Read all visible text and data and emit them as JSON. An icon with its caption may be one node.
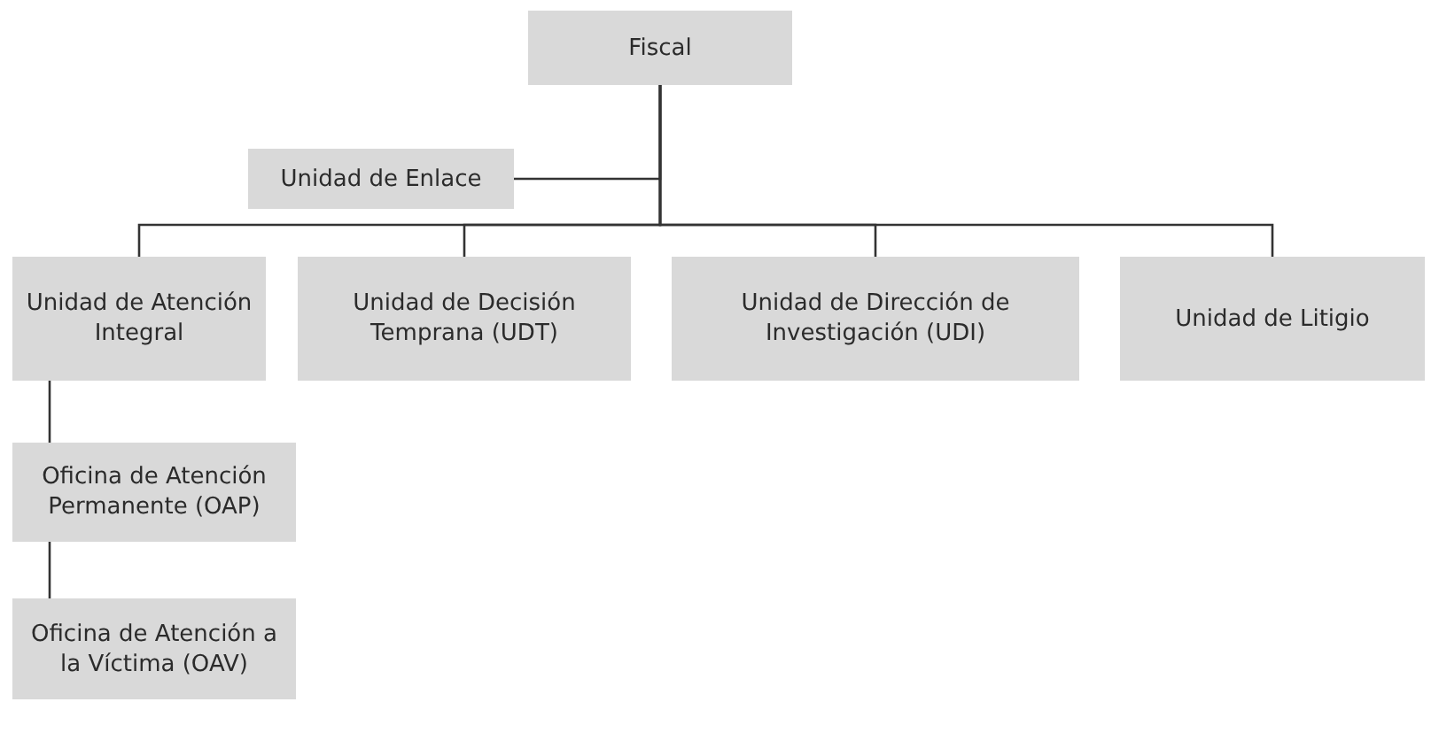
{
  "diagram": {
    "nodes": [
      {
        "text": [
          "Fiscal"
        ]
      },
      {
        "text": [
          "Unidad de Enlace"
        ]
      },
      {
        "text": [
          "Unidad de Atención Integral"
        ]
      },
      {
        "text": [
          "Unidad de Decisión Temprana (UDT)"
        ]
      },
      {
        "text": [
          "Unidad de Dirección de Investigación (UDI)"
        ]
      },
      {
        "text": [
          "Unidad de Litigio"
        ]
      },
      {
        "text": [
          "Oficina de Atención Permanente (OAP)"
        ]
      },
      {
        "text": [
          "Oficina de Atención a la Víctima (OAV)"
        ]
      }
    ],
    "edges": [
      {
        "from": 0,
        "to": 1,
        "arrow": "none"
      },
      {
        "from": 0,
        "to": 2,
        "arrow": "none"
      },
      {
        "from": 0,
        "to": 3,
        "arrow": "none"
      },
      {
        "from": 0,
        "to": 4,
        "arrow": "none"
      },
      {
        "from": 0,
        "to": 5,
        "arrow": "none"
      },
      {
        "from": 2,
        "to": 6,
        "arrow": "none"
      },
      {
        "from": 6,
        "to": 7,
        "arrow": "none"
      }
    ]
  }
}
